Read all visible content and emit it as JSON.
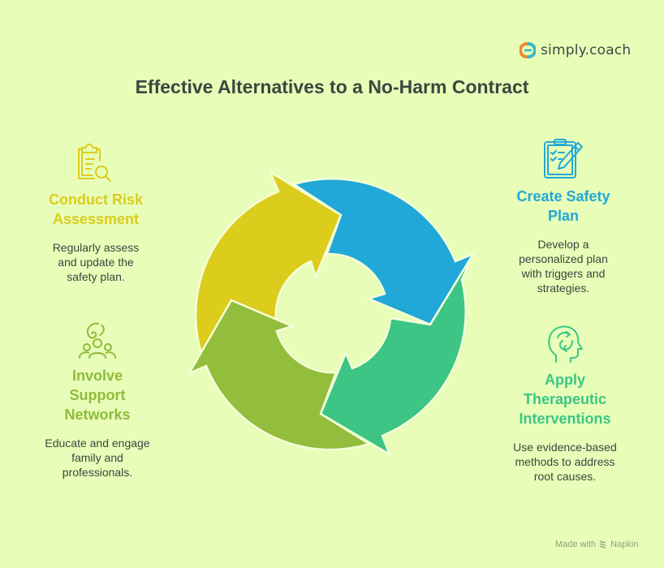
{
  "brand": {
    "logo_text": "simply.coach",
    "logo_colors": {
      "left": "#f0883a",
      "right": "#3fb6c8"
    }
  },
  "title": "Effective Alternatives to a No-Harm Contract",
  "steps": [
    {
      "id": "conduct-risk-assessment",
      "heading_lines": [
        "Conduct Risk",
        "Assessment"
      ],
      "description_lines": [
        "Regularly assess",
        "and update the",
        "safety plan."
      ],
      "icon": "clipboard-search-icon",
      "color": "#dccc1c"
    },
    {
      "id": "create-safety-plan",
      "heading_lines": [
        "Create Safety",
        "Plan"
      ],
      "description_lines": [
        "Develop a",
        "personalized plan",
        "with triggers and",
        "strategies."
      ],
      "icon": "clipboard-pencil-icon",
      "color": "#21a8d8"
    },
    {
      "id": "apply-therapeutic-interventions",
      "heading_lines": [
        "Apply",
        "Therapeutic",
        "Interventions"
      ],
      "description_lines": [
        "Use evidence-based",
        "methods to address",
        "root causes."
      ],
      "icon": "head-cycle-icon",
      "color": "#3cc585"
    },
    {
      "id": "involve-support-networks",
      "heading_lines": [
        "Involve",
        "Support",
        "Networks"
      ],
      "description_lines": [
        "Educate and engage",
        "family and",
        "professionals."
      ],
      "icon": "support-group-icon",
      "color": "#8fbb3a"
    }
  ],
  "cycle": {
    "segments": [
      {
        "name": "yellow-arrow",
        "color": "#dccc1c"
      },
      {
        "name": "blue-arrow",
        "color": "#21a8d8"
      },
      {
        "name": "teal-arrow",
        "color": "#3cc585"
      },
      {
        "name": "green-arrow",
        "color": "#93bd3c"
      }
    ]
  },
  "footer": {
    "made_with": "Made with",
    "brand": "Napkin"
  }
}
